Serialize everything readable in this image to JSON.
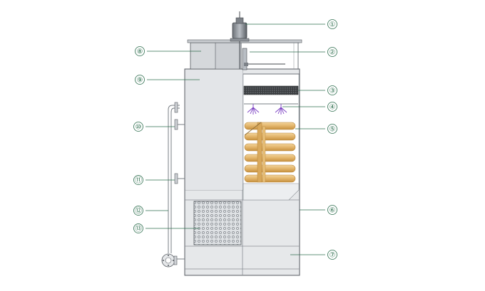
{
  "callouts": {
    "c1": "①",
    "c2": "②",
    "c3": "③",
    "c4": "④",
    "c5": "⑤",
    "c6": "⑥",
    "c7": "⑦",
    "c8": "⑧",
    "c9": "⑨",
    "c10": "⑩",
    "c11": "⑪",
    "c12": "⑫",
    "c13": "⑬"
  },
  "colors": {
    "housing": "#e6e8ea",
    "housing_dark": "#d5d8db",
    "outline": "#555a60",
    "callout": "#2f6f4f",
    "coil": "#e2b46a",
    "coil_edge": "#b7863a",
    "spray": "#7a3fc2",
    "packing": "#3a3d40"
  }
}
